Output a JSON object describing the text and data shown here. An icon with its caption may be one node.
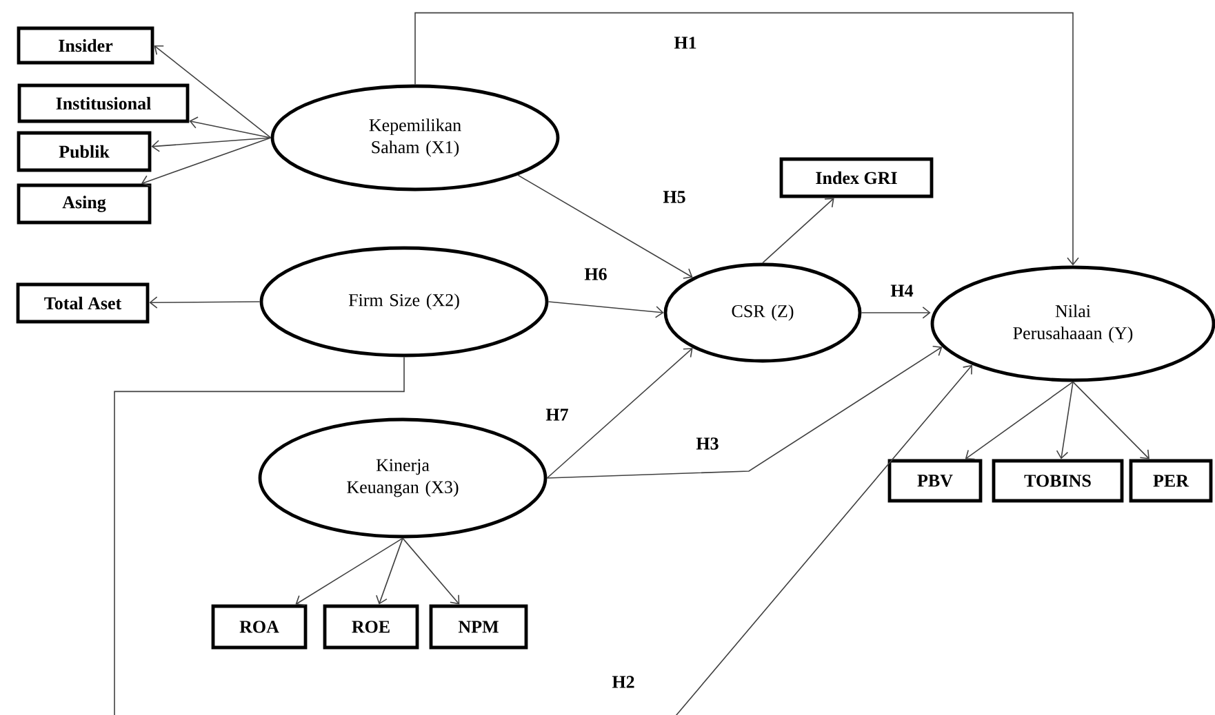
{
  "diagram": {
    "nodes": [
      {
        "text": [
          "Insider"
        ]
      },
      {
        "text": [
          "Institusional"
        ]
      },
      {
        "text": [
          "Publik"
        ]
      },
      {
        "text": [
          "Asing"
        ]
      },
      {
        "text": [
          "Kepemilikan Saham (X1)"
        ]
      },
      {
        "text": [
          "Total Aset"
        ]
      },
      {
        "text": [
          "Firm Size (X2)"
        ]
      },
      {
        "text": [
          "Index GRI"
        ]
      },
      {
        "text": [
          "CSR (Z)"
        ]
      },
      {
        "text": [
          "Nilai Perusahaaan (Y)"
        ]
      },
      {
        "text": [
          "Kinerja Keuangan (X3)"
        ]
      },
      {
        "text": [
          "ROA"
        ]
      },
      {
        "text": [
          "ROE"
        ]
      },
      {
        "text": [
          "NPM"
        ]
      },
      {
        "text": [
          "PBV"
        ]
      },
      {
        "text": [
          "TOBINS"
        ]
      },
      {
        "text": [
          "PER"
        ]
      }
    ],
    "edges": [
      {
        "from": 4,
        "to": 0,
        "arrow": "to"
      },
      {
        "from": 4,
        "to": 1,
        "arrow": "to"
      },
      {
        "from": 4,
        "to": 2,
        "arrow": "to"
      },
      {
        "from": 4,
        "to": 3,
        "arrow": "to"
      },
      {
        "from": 6,
        "to": 5,
        "arrow": "to"
      },
      {
        "from": 4,
        "to": 9,
        "arrow": "to",
        "label": "H1"
      },
      {
        "from": 4,
        "to": 8,
        "arrow": "to",
        "label": "H5"
      },
      {
        "from": 8,
        "to": 7,
        "arrow": "to"
      },
      {
        "from": 6,
        "to": 8,
        "arrow": "to",
        "label": "H6"
      },
      {
        "from": 8,
        "to": 9,
        "arrow": "to",
        "label": "H4"
      },
      {
        "from": 10,
        "to": 8,
        "arrow": "to",
        "label": "H7"
      },
      {
        "from": 10,
        "to": 9,
        "arrow": "to",
        "label": "H3"
      },
      {
        "from": 6,
        "to": 9,
        "arrow": "to",
        "label": "H2"
      },
      {
        "from": 10,
        "to": 11,
        "arrow": "to"
      },
      {
        "from": 10,
        "to": 12,
        "arrow": "to"
      },
      {
        "from": 10,
        "to": 13,
        "arrow": "to"
      },
      {
        "from": 9,
        "to": 14,
        "arrow": "to"
      },
      {
        "from": 9,
        "to": 15,
        "arrow": "to"
      },
      {
        "from": 9,
        "to": 16,
        "arrow": "to"
      }
    ]
  }
}
